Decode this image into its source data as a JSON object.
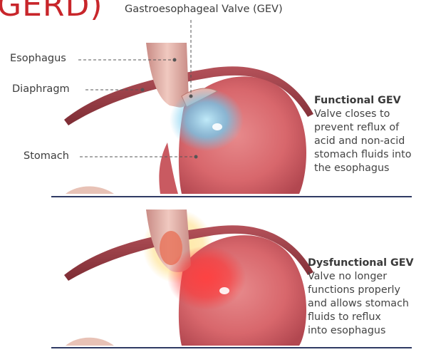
{
  "title_fragment": "GERD)",
  "labels": {
    "gev": "Gastroesophageal Valve (GEV)",
    "esophagus": "Esophagus",
    "diaphragm": "Diaphragm",
    "stomach": "Stomach"
  },
  "panels": [
    {
      "heading": "Functional GEV",
      "lines": [
        "Valve closes to",
        "prevent reflux of",
        "acid and non-acid",
        "stomach fluids into",
        "the esophagus"
      ]
    },
    {
      "heading": "Dysfunctional GEV",
      "lines": [
        "Valve no longer",
        "functions properly",
        "and allows stomach",
        "fluids to reflux",
        "into esophagus"
      ]
    }
  ],
  "colors": {
    "title": "#c8262b",
    "stomach": "#d9656a",
    "diaphragm": "#9a3b43",
    "esophagus": "#dcaaa0",
    "functional_glow": "#7fd0f0",
    "reflux_glow": "#ff3030",
    "rule": "#2f3a64"
  }
}
